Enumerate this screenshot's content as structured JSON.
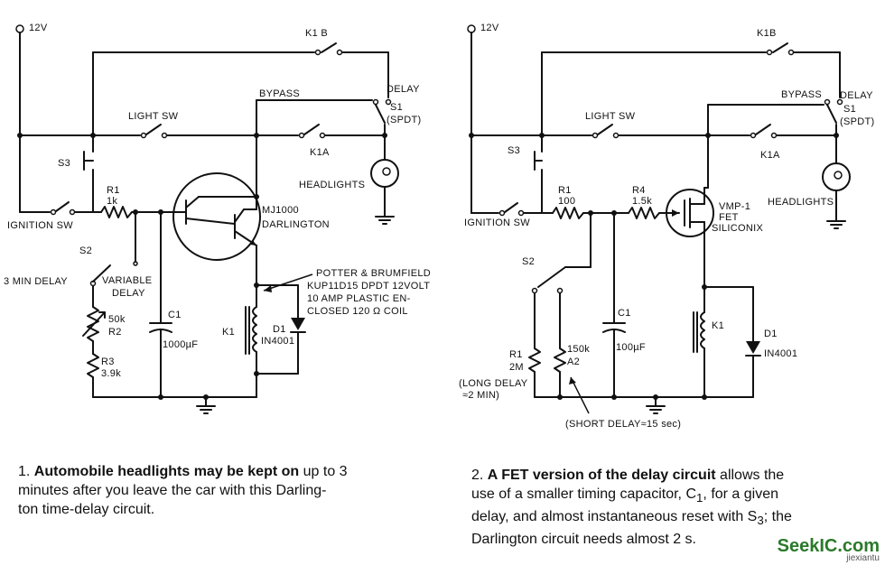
{
  "figure1": {
    "labels": {
      "supply": "12V",
      "k1b": "K1 B",
      "delay": "DELAY",
      "bypass": "BYPASS",
      "s1": "S1",
      "spdt": "(SPDT)",
      "light_sw": "LIGHT SW",
      "k1a": "K1A",
      "s3": "S3",
      "headlights": "HEADLIGHTS",
      "r1": "R1",
      "r1_val": "1k",
      "transistor": "MJ1000",
      "darlington": "DARLINGTON",
      "ignition_sw": "IGNITION SW",
      "s2": "S2",
      "three_min_delay": "3 MIN DELAY",
      "variable": "VARIABLE",
      "delay2": "DELAY",
      "relay_note_1": "POTTER & BRUMFIELD",
      "relay_note_2": "KUP11D15 DPDT 12VOLT",
      "relay_note_3": "10 AMP PLASTIC EN-",
      "relay_note_4": "CLOSED 120 Ω COIL",
      "r2_val": "50k",
      "r2": "R2",
      "r3": "R3",
      "r3_val": "3.9k",
      "c1": "C1",
      "c1_val": "1000µF",
      "k1": "K1",
      "d1": "D1",
      "d1_val": "IN4001"
    },
    "caption_num": "1.",
    "caption_bold": "Automobile headlights may be kept on",
    "caption_rest_1": "up to 3",
    "caption_rest_2": "minutes after you leave the car with this Darling-",
    "caption_rest_3": "ton time-delay circuit."
  },
  "figure2": {
    "labels": {
      "supply": "12V",
      "k1b": "K1B",
      "bypass": "BYPASS",
      "delay": "DELAY",
      "s1": "S1",
      "spdt": "(SPDT)",
      "light_sw": "LIGHT SW",
      "k1a": "K1A",
      "s3": "S3",
      "headlights": "HEADLIGHTS",
      "r1": "R1",
      "r1_val": "100",
      "r4": "R4",
      "r4_val": "1.5k",
      "fet": "VMP-1",
      "fet2": "FET",
      "fet3": "SILICONIX",
      "ignition_sw": "IGNITION SW",
      "s2": "S2",
      "c1": "C1",
      "c1_val": "100µF",
      "k1": "K1",
      "d1": "D1",
      "d1_val": "IN4001",
      "r1b": "R1",
      "r1b_val": "2M",
      "r150": "150k",
      "a2": "A2",
      "long_delay": "(LONG DELAY",
      "long_delay2": "≈2 MIN)",
      "short_delay": "(SHORT DELAY≈15 sec)"
    },
    "caption_num": "2.",
    "caption_bold": "A FET version of the delay circuit",
    "caption_rest_1": "allows the",
    "caption_rest_2": "use of a smaller timing capacitor, C",
    "caption_sub1": "1",
    "caption_rest_2b": ", for a given",
    "caption_rest_3": "delay, and almost instantaneous reset with S",
    "caption_sub3": "3",
    "caption_rest_3b": "; the",
    "caption_rest_4": "Darlington circuit needs almost 2 s."
  },
  "watermark": {
    "main": "SeekIC.com",
    "sub": "jiexiantu"
  }
}
